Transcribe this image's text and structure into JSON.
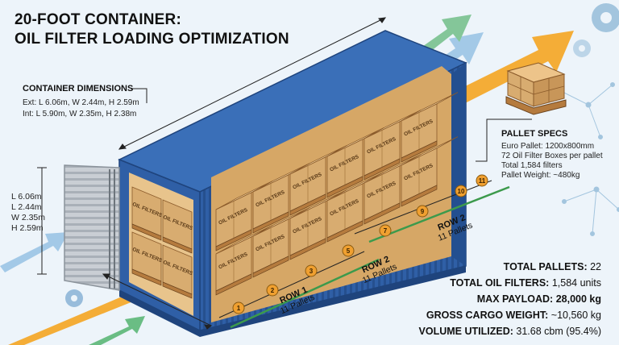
{
  "title": {
    "line1": "20-FOOT CONTAINER:",
    "line2": "OIL FILTER LOADING OPTIMIZATION"
  },
  "container_dimensions": {
    "heading": "CONTAINER DIMENSIONS",
    "ext": "Ext:  L 6.06m, W 2.44m, H 2.59m",
    "int": "Int:  L 5.90m, W 2.35m, H 2.38m"
  },
  "door_dimensions": [
    "L 6.06m",
    "L 2.44m",
    "W 2.35m",
    "H 2.59m"
  ],
  "pallet_specs": {
    "heading": "PALLET SPECS",
    "lines": [
      "Euro Pallet: 1200x800mm",
      "72 Oil Filter Boxes per pallet",
      "Total 1,584 filters",
      "Pallet Weight: ~480kg"
    ]
  },
  "box_label": "OIL FILTERS",
  "rows": [
    {
      "title": "ROW 1",
      "count": "11 Pallets"
    },
    {
      "title": "ROW 2",
      "count": "11 Pallets"
    },
    {
      "title": "ROW 2",
      "count": "11 Pallets"
    }
  ],
  "pallet_numbers": [
    "1",
    "2",
    "3",
    "5",
    "7",
    "9",
    "10",
    "11"
  ],
  "stats": [
    {
      "label": "TOTAL PALLETS:",
      "value": "22"
    },
    {
      "label": "TOTAL OIL FILTERS:",
      "value": "1,584 units"
    },
    {
      "label": "MAX PAYLOAD:",
      "value": "28,000 kg"
    },
    {
      "label": "GROSS CARGO WEIGHT:",
      "value": "~10,560 kg"
    },
    {
      "label": "VOLUME UTILIZED:",
      "value": "31.68 cbm (95.4%)"
    }
  ],
  "colors": {
    "container_blue": "#2f5fa6",
    "container_dark": "#1f447d",
    "box_tan": "#d8ac70",
    "pallet_wood": "#b57b3e",
    "arrow_orange": "#f5a623",
    "arrow_green": "#5cb878",
    "arrow_blue": "#7fb0dc",
    "row_line_green": "#3c9a4c",
    "badge_orange": "#f0a030",
    "background": "#edf4fa"
  }
}
